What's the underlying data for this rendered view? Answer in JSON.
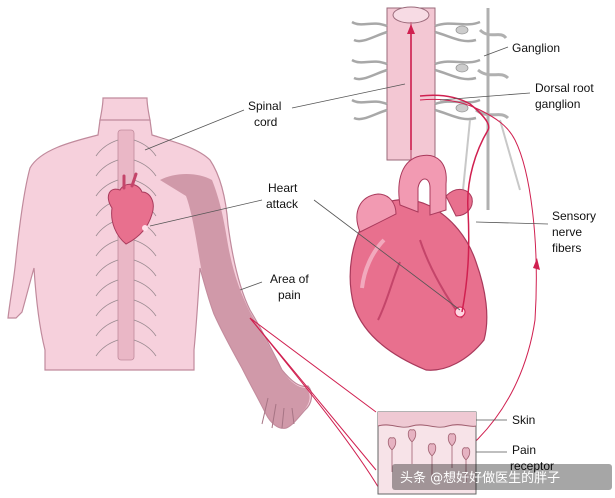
{
  "labels": {
    "ganglion": "Ganglion",
    "dorsal_root_l1": "Dorsal root",
    "dorsal_root_l2": "ganglion",
    "spinal_cord_l1": "Spinal",
    "spinal_cord_l2": "cord",
    "heart_attack_l1": "Heart",
    "heart_attack_l2": "attack",
    "sensory_l1": "Sensory",
    "sensory_l2": "nerve",
    "sensory_l3": "fibers",
    "area_pain_l1": "Area of",
    "area_pain_l2": "pain",
    "skin": "Skin",
    "pain_receptor_l1": "Pain",
    "pain_receptor_l2": "receptor"
  },
  "watermark": "头条 @想好好做医生的胖子",
  "colors": {
    "skin_fill": "#f6d0dc",
    "skin_stroke": "#c08a9c",
    "arm_pain": "#c98fa0",
    "heart_fill": "#e8708e",
    "heart_dark": "#c4456a",
    "heart_light": "#f29ab2",
    "spinal_fill": "#f3c7d3",
    "nerve": "#d02050",
    "leader": "#555555"
  }
}
